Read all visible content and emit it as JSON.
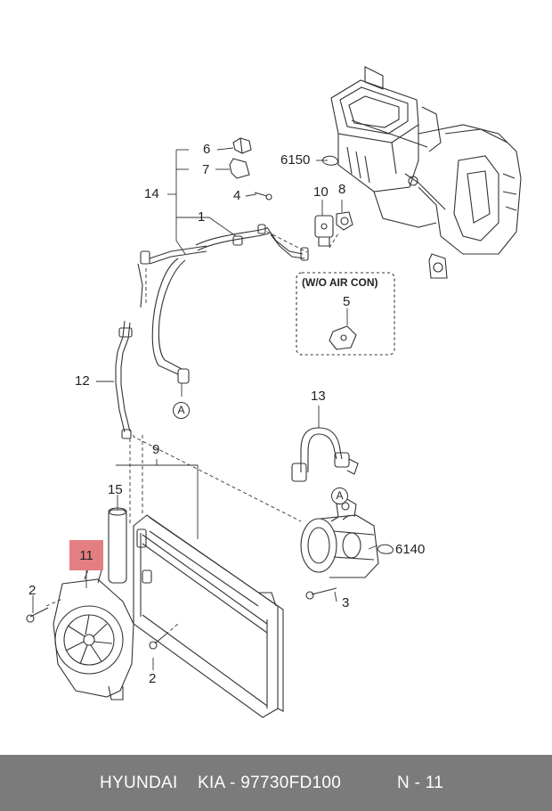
{
  "diagram": {
    "callouts": {
      "c6": "6",
      "c7": "7",
      "c4": "4",
      "c14": "14",
      "c1": "1",
      "c6150": "6150",
      "c10": "10",
      "c8": "8",
      "c5": "5",
      "c12": "12",
      "c13": "13",
      "c9": "9",
      "c15": "15",
      "c6140": "6140",
      "c11": "11",
      "c2a": "2",
      "c2b": "2",
      "c3": "3"
    },
    "wo_air_con_label": "(W/O AIR CON)",
    "connector_markers": {
      "m1": "A",
      "m2": "A"
    }
  },
  "footer": {
    "brand": "HYUNDAI",
    "part_text": "KIA - 97730FD100",
    "ref": "N - 11"
  },
  "colors": {
    "highlight": "#e37f82",
    "footer_bg": "#7b7b7b",
    "line": "#333333"
  }
}
